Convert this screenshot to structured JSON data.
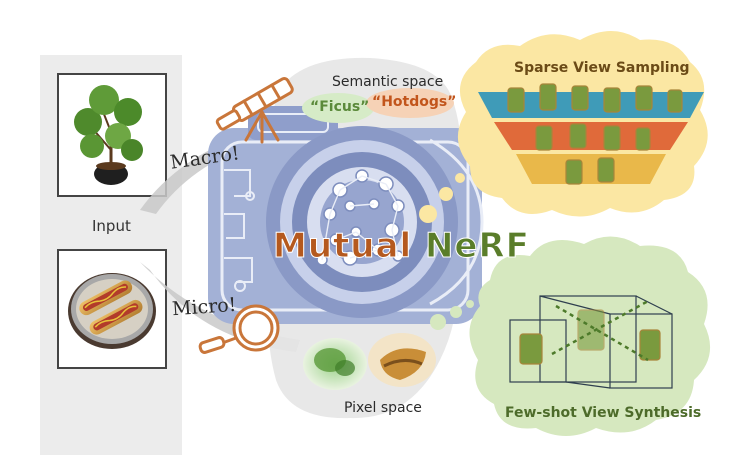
{
  "labels": {
    "input": "Input",
    "macro": "Macro!",
    "micro": "Micro!",
    "semantic_space": "Semantic space",
    "pixel_space": "Pixel space",
    "sparse_view_sampling": "Sparse View Sampling",
    "few_shot_view_synthesis": "Few-shot View Synthesis",
    "ficus": "“Ficus”",
    "hotdogs": "“Hotdogs”"
  },
  "title": {
    "part1": "Mutual",
    "part2": "NeRF"
  },
  "colors": {
    "panel_bg": "#ececec",
    "camera_blue": "#8c9cc9",
    "telescope_orange": "#c9763a",
    "sampling_bubble": "#fbe7a3",
    "synthesis_bubble": "#d6e8bf",
    "ficus_tag": "#d6ebc7",
    "hotdogs_tag": "#f6d2b6"
  },
  "icons": [
    "telescope-icon",
    "magnifier-icon",
    "camera-illustration",
    "plant-image",
    "hotdogs-image",
    "chair-image"
  ]
}
